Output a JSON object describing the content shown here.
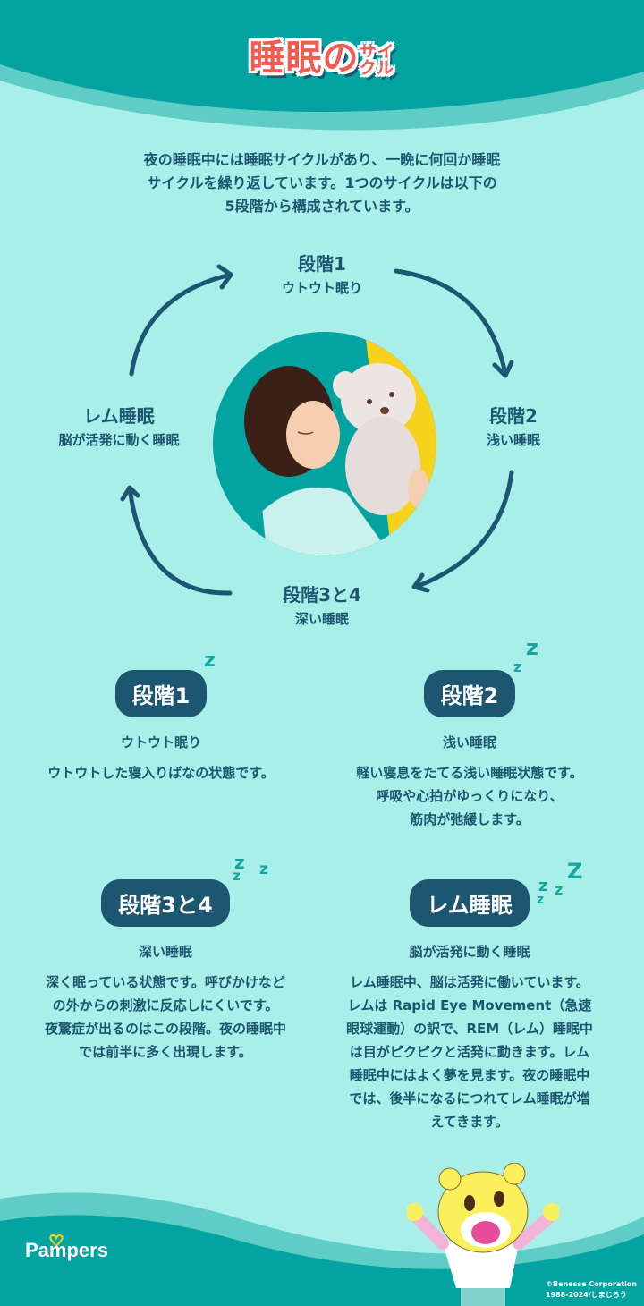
{
  "header": {
    "title_main": "睡眠の",
    "title_small_top": "サイ",
    "title_small_bottom": "クル"
  },
  "intro": {
    "line1": "夜の睡眠中には睡眠サイクルがあり、一晩に何回か睡眠",
    "line2": "サイクルを繰り返しています。1つのサイクルは以下の",
    "line3": "5段階から構成されています。"
  },
  "cycle": {
    "stage1": {
      "title": "段階1",
      "subtitle": "ウトウト眠り"
    },
    "stage2": {
      "title": "段階2",
      "subtitle": "浅い睡眠"
    },
    "stage34": {
      "title": "段階3と4",
      "subtitle": "深い睡眠"
    },
    "rem": {
      "title": "レム睡眠",
      "subtitle": "脳が活発に動く睡眠"
    }
  },
  "stages": [
    {
      "badge": "段階1",
      "zzz": "z",
      "subtitle": "ウトウト眠り",
      "lines": [
        "ウトウトした寝入りばなの状態です。"
      ]
    },
    {
      "badge": "段階2",
      "zzz": "zZ",
      "subtitle": "浅い睡眠",
      "lines": [
        "軽い寝息をたてる浅い睡眠状態です。",
        "呼吸や心拍がゆっくりになり、",
        "筋肉が弛緩します。"
      ]
    },
    {
      "badge": "段階3と4",
      "zzz": "zZz",
      "subtitle": "深い睡眠",
      "lines": [
        "深く眠っている状態です。呼びかけなど",
        "の外からの刺激に反応しにくいです。",
        "夜驚症が出るのはこの段階。夜の睡眠中",
        "では前半に多く出現します。"
      ]
    },
    {
      "badge": "レム睡眠",
      "zzz": "zzzZ",
      "subtitle": "脳が活発に動く睡眠",
      "lines": [
        "レム睡眠中、脳は活発に働いています。",
        "レムは Rapid Eye Movement（急速",
        "眼球運動）の訳で、REM（レム）睡眠中",
        "は目がピクピクと活発に動きます。レム",
        "睡眠中にはよく夢を見ます。夜の睡眠中",
        "では、後半になるにつれてレム睡眠が増",
        "えてきます。"
      ]
    }
  ],
  "footer": {
    "logo": "Pampers",
    "copyright_line1": "©Benesse Corporation",
    "copyright_line2": "1988-2024/しまじろう"
  },
  "colors": {
    "background": "#a8efe9",
    "header_teal": "#02a3a0",
    "header_light": "#5ecdc6",
    "text_dark": "#1d5670",
    "title_red": "#f15b50",
    "zzz_teal": "#15a6a0"
  }
}
